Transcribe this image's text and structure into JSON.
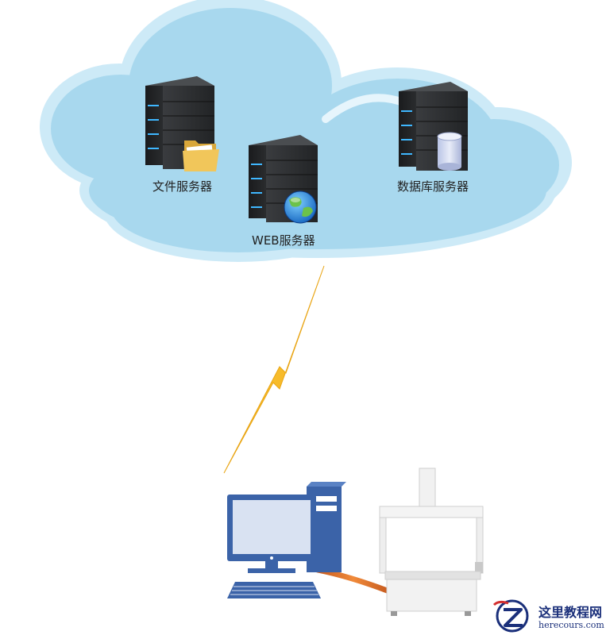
{
  "nodes": {
    "file_server": {
      "label": "文件服务器"
    },
    "web_server": {
      "label": "WEB服务器"
    },
    "db_server": {
      "label": "数据库服务器"
    }
  },
  "watermark": {
    "title": "这里教程网",
    "url": "herecours.com"
  },
  "icons": [
    "cloud-icon",
    "server-icon",
    "folder-icon",
    "globe-icon",
    "database-icon",
    "lightning-icon",
    "monitor-icon",
    "keyboard-icon",
    "pc-tower-icon",
    "measuring-machine-icon",
    "cable-icon"
  ],
  "colors": {
    "cloud": "#a8d8ee",
    "cloud_edge": "#cdeaf7",
    "server": "#2f3133",
    "server_light": "#3fb7ff",
    "lightning": "#f3b71f",
    "pc_blue": "#3b63a8",
    "cable": "#e8772a"
  }
}
